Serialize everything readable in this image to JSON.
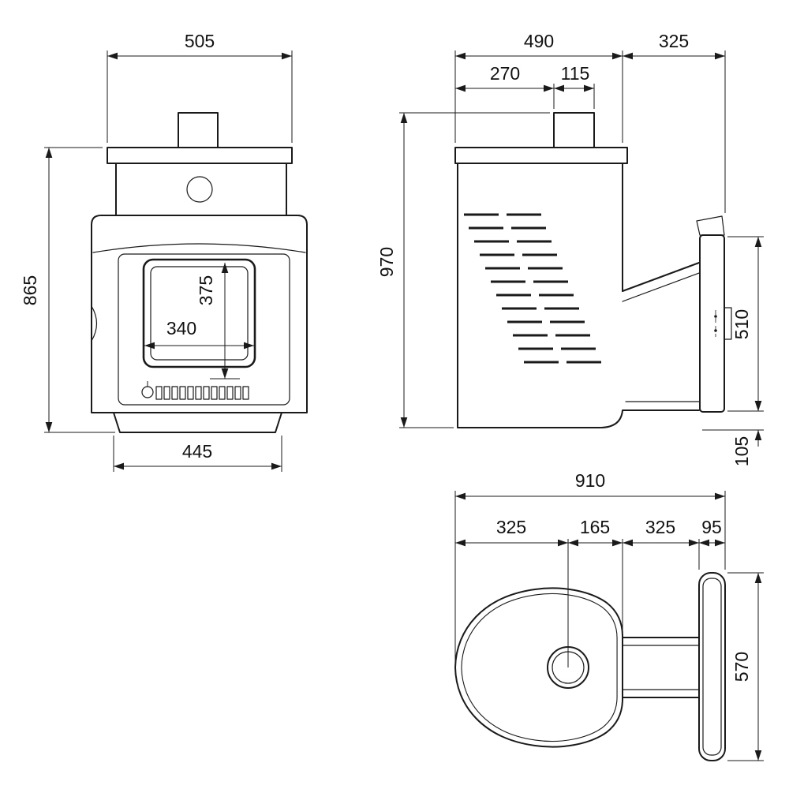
{
  "dims": {
    "front": {
      "top_width": "505",
      "overall_height": "865",
      "base_width": "445",
      "window_width": "340",
      "window_height": "375"
    },
    "side": {
      "overall_depth": "490",
      "tunnel_depth": "325",
      "chimney_offset": "270",
      "chimney_width": "115",
      "overall_height": "970",
      "flange_height": "510",
      "flange_bottom_gap": "105"
    },
    "top": {
      "overall_depth": "910",
      "front_to_chimney": "325",
      "chimney_to_body_edge": "165",
      "tunnel_length": "325",
      "flange_thickness": "95",
      "flange_width": "570"
    }
  },
  "colors": {
    "line": "#1a1a1a",
    "background": "#ffffff"
  }
}
